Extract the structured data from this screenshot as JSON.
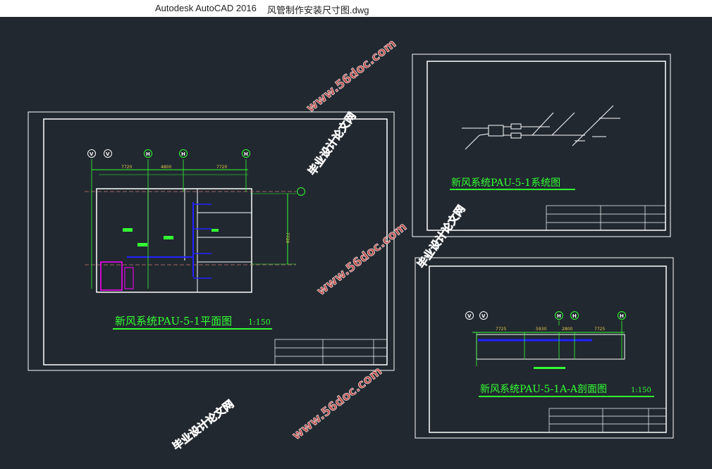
{
  "window": {
    "app_title": "Autodesk AutoCAD 2016",
    "file_name": "风管制作安装尺寸图.dwg"
  },
  "sheets": {
    "plan": {
      "title": "新风系统PAU-5-1平面图",
      "scale": "1:150",
      "dims": [
        "7720",
        "4800",
        "7720",
        "7720"
      ],
      "axes": [
        "V",
        "V",
        "H",
        "H",
        "H"
      ]
    },
    "system": {
      "title": "新风系统PAU-5-1系统图"
    },
    "section": {
      "title": "新风系统PAU-5-1A-A剖面图",
      "scale": "1:150",
      "dims": [
        "7725",
        "5930",
        "2800",
        "7725"
      ],
      "axes": [
        "V",
        "V",
        "H",
        "H",
        "H"
      ]
    }
  },
  "watermarks": {
    "url": "www.56doc.com",
    "site": "毕业设计论文网"
  },
  "colors": {
    "background": "#212830",
    "green": "#33ff33",
    "duct": "#2233ff",
    "watermark": "#d9534f"
  }
}
